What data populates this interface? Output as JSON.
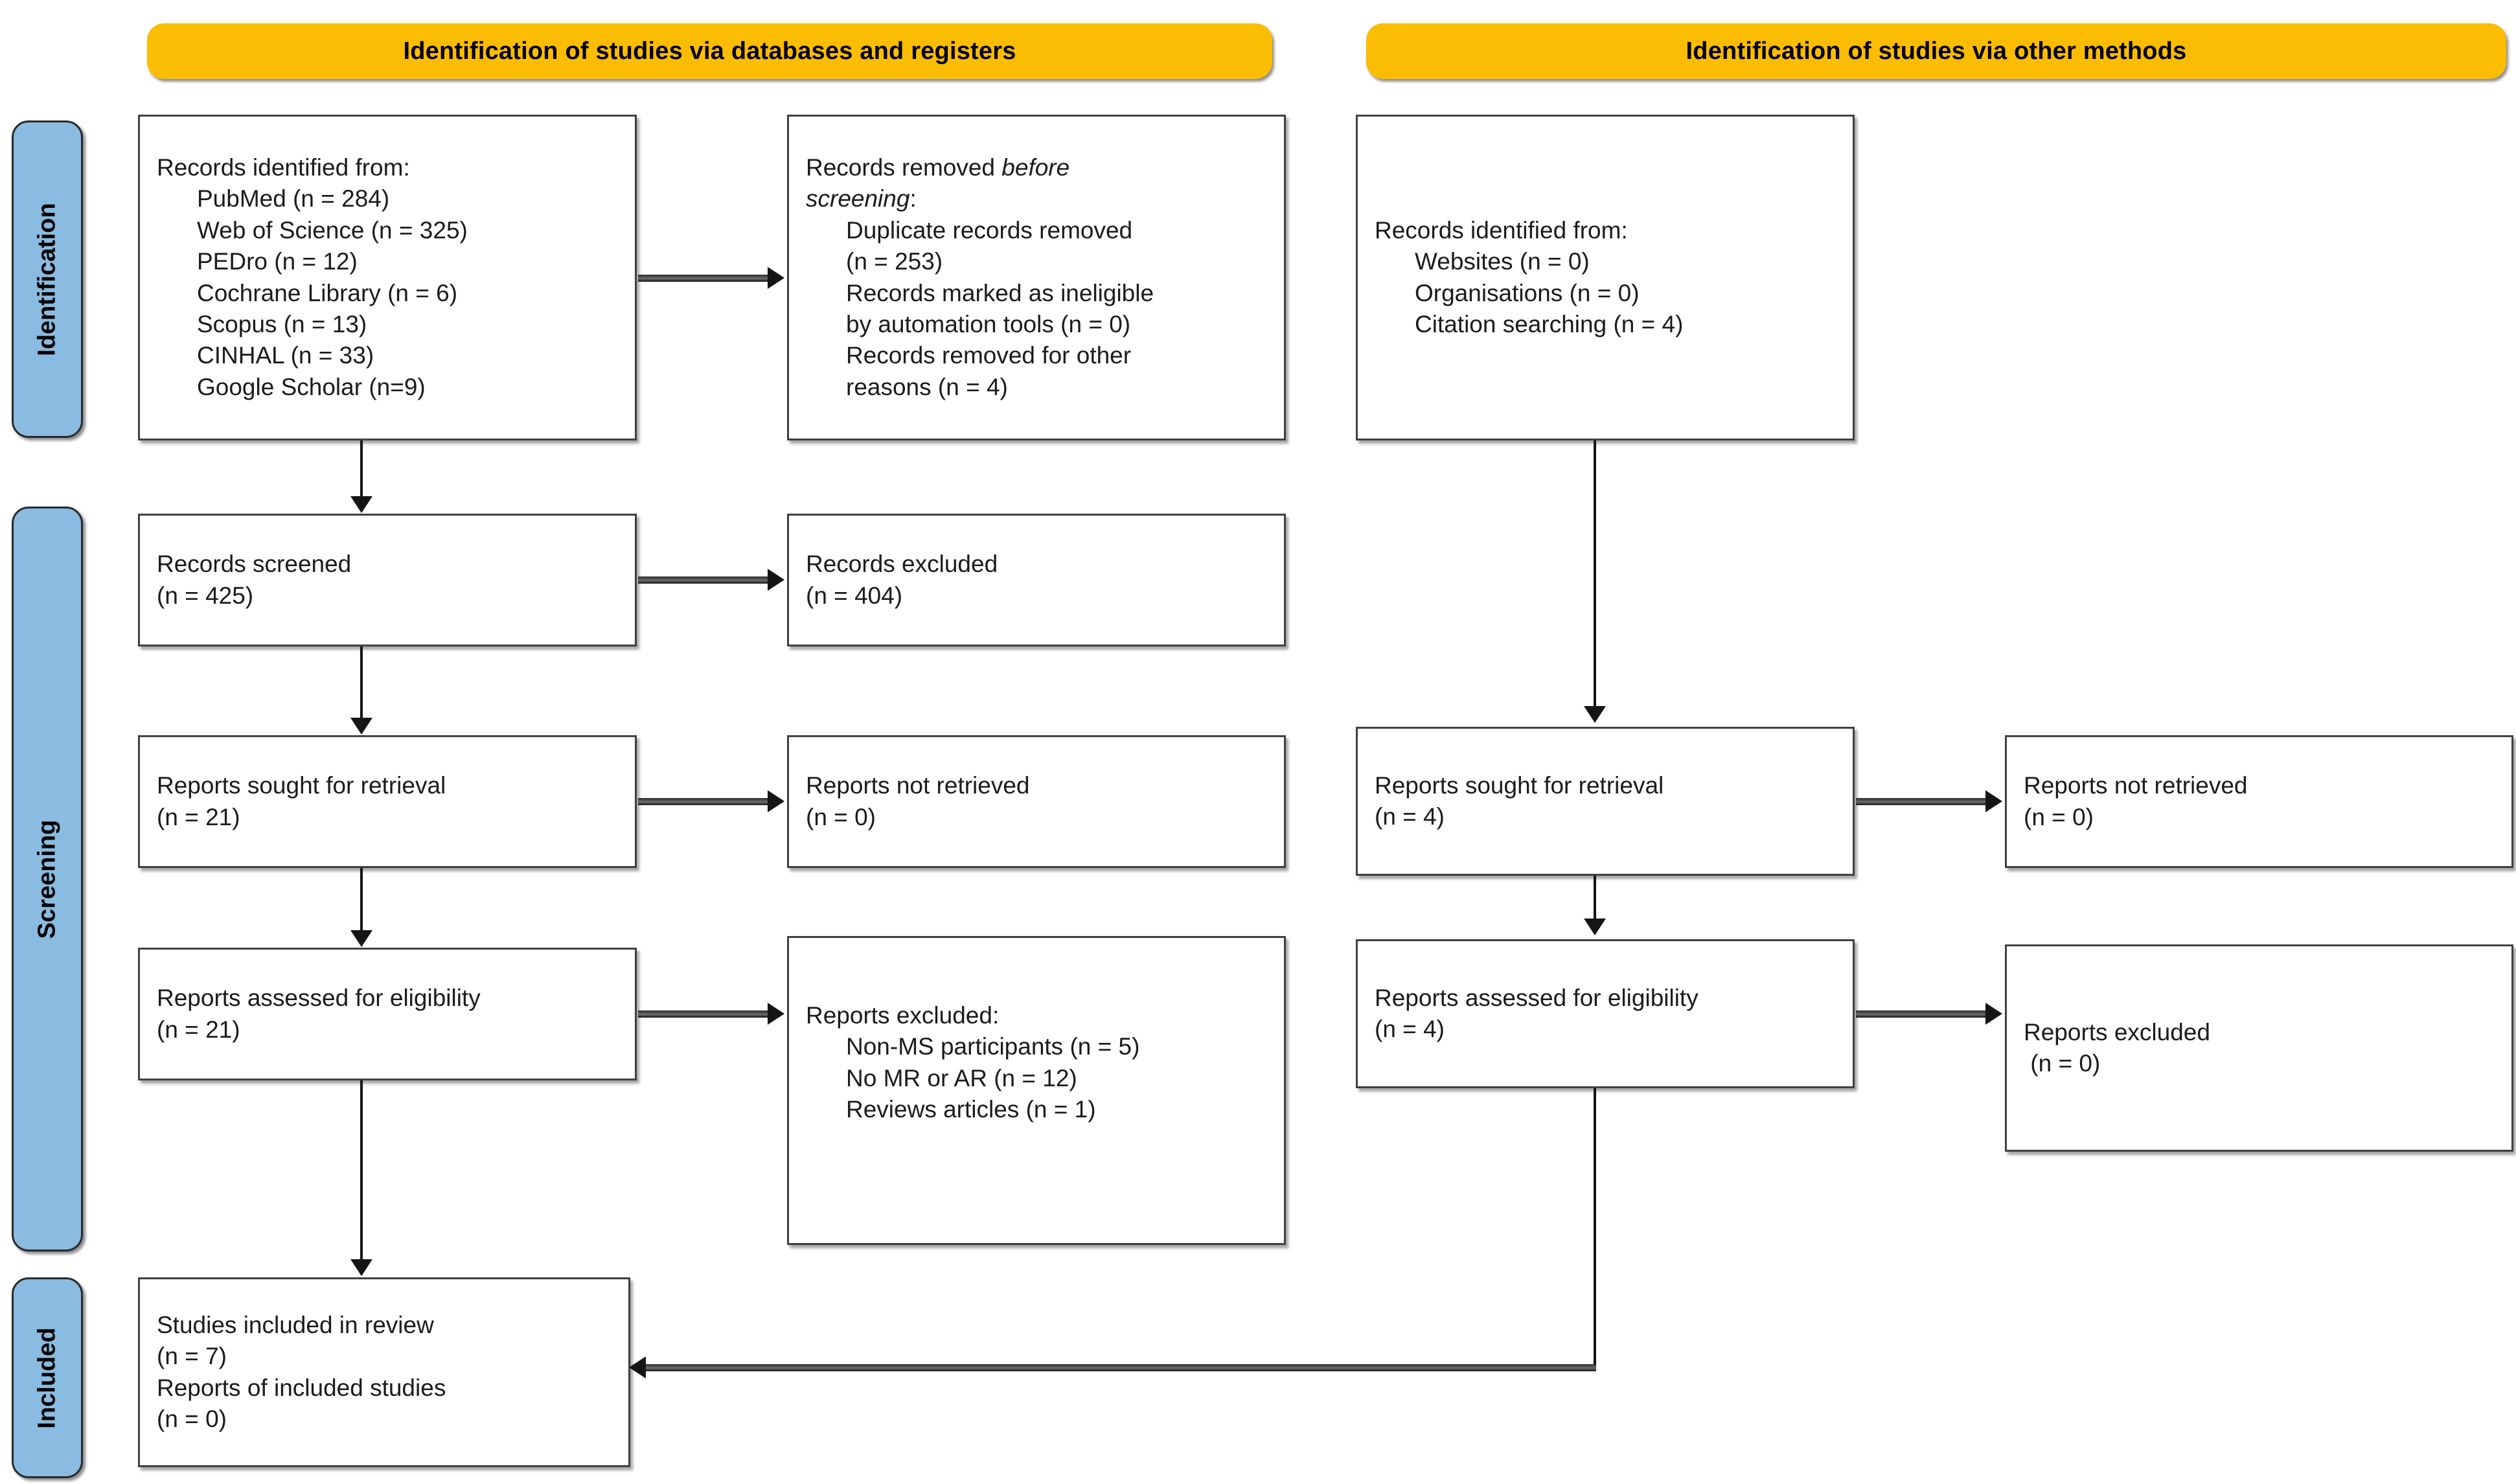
{
  "diagram": {
    "title": "PRISMA 2020 flow diagram",
    "colors": {
      "banner": "#FBBC04",
      "rail": "#8ABBE0",
      "box_border": "#404040",
      "connector": "#151515"
    }
  },
  "banners": {
    "databases": "Identification of studies via databases and registers",
    "other": "Identification of studies via other methods"
  },
  "rails": [
    {
      "label": "Identification"
    },
    {
      "label": "Screening"
    },
    {
      "label": "Included"
    }
  ],
  "left_column": {
    "records_identified": {
      "heading": "Records identified from:",
      "items": [
        "PubMed (n = 284)",
        "Web of Science (n = 325)",
        "PEDro (n = 12)",
        "Cochrane Library (n = 6)",
        "Scopus (n = 13)",
        "CINHAL (n = 33)",
        "Google Scholar (n=9)"
      ]
    },
    "records_removed": {
      "heading_pre": "Records removed ",
      "heading_em": "before",
      "heading_em2": "screening",
      "heading_post": ":",
      "items": [
        "Duplicate records removed",
        "(n = 253)",
        "Records marked as ineligible",
        "by automation tools (n = 0)",
        "Records removed for other",
        "reasons (n = 4)"
      ]
    },
    "records_screened": {
      "label": "Records screened",
      "count": "(n = 425)"
    },
    "records_excluded": {
      "label": "Records excluded",
      "count": "(n = 404)"
    },
    "reports_sought": {
      "label": "Reports sought for retrieval",
      "count": "(n = 21)"
    },
    "reports_not_retrieved": {
      "label": "Reports not retrieved",
      "count": "(n = 0)"
    },
    "reports_assessed": {
      "label": "Reports assessed for eligibility",
      "count": "(n = 21)"
    },
    "reports_excluded": {
      "heading": "Reports excluded:",
      "items": [
        "Non-MS participants (n = 5)",
        "No MR or AR (n = 12)",
        "Reviews articles (n = 1)"
      ]
    },
    "studies_included": {
      "line1": "Studies included in review",
      "line2": "(n = 7)",
      "line3": "Reports of included studies",
      "line4": "(n = 0)"
    }
  },
  "right_column": {
    "records_identified": {
      "heading": "Records identified from:",
      "items": [
        "Websites (n = 0)",
        "Organisations (n = 0)",
        "Citation searching (n = 4)"
      ]
    },
    "reports_sought": {
      "label": "Reports sought for retrieval",
      "count": "(n = 4)"
    },
    "reports_not_retrieved": {
      "label": "Reports not retrieved",
      "count": "(n = 0)"
    },
    "reports_assessed": {
      "label": "Reports assessed for eligibility",
      "count": "(n = 4)"
    },
    "reports_excluded": {
      "label": "Reports excluded",
      "count": " (n = 0)"
    }
  }
}
